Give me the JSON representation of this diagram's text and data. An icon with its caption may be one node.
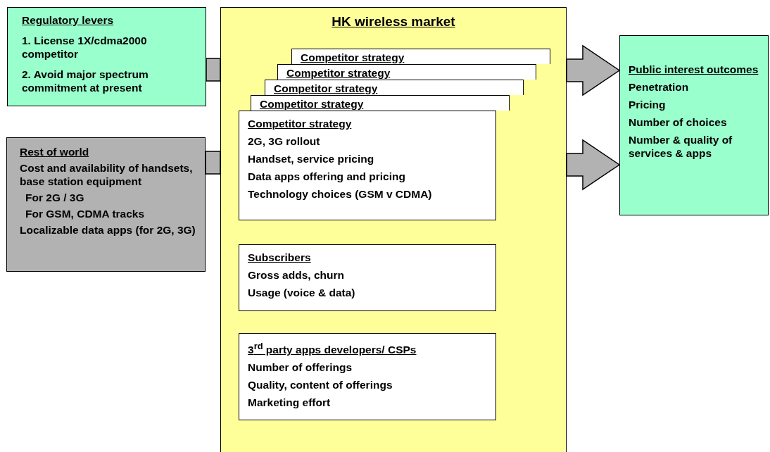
{
  "diagram": {
    "nodes": [
      {
        "text": [
          "Regulatory levers",
          "1. License 1X/cdma2000 competitor",
          "2. Avoid major spectrum commitment at present"
        ]
      },
      {
        "text": [
          "Rest of world",
          "Cost and availability of handsets, base station equipment",
          "For 2G / 3G",
          "For GSM, CDMA tracks",
          "Localizable data apps (for 2G, 3G)"
        ]
      },
      {
        "text": [
          "HK wireless market"
        ]
      },
      {
        "text": [
          "Competitor strategy"
        ],
        "in": 2
      },
      {
        "text": [
          "Competitor strategy"
        ],
        "in": 2
      },
      {
        "text": [
          "Competitor strategy"
        ],
        "in": 2
      },
      {
        "text": [
          "Competitor strategy"
        ],
        "in": 2
      },
      {
        "text": [
          "Competitor strategy",
          "2G, 3G rollout",
          "Handset, service pricing",
          "Data apps offering and pricing",
          "Technology choices (GSM v CDMA)"
        ],
        "in": 2
      },
      {
        "text": [
          "Subscribers",
          "Gross adds, churn",
          "Usage (voice & data)"
        ],
        "in": 2
      },
      {
        "text": [
          "3$^{rd}$ party apps developers/ CSPs",
          "Number of offerings",
          "Quality, content of offerings",
          "Marketing effort"
        ],
        "in": 2
      },
      {
        "text": [
          "Public interest outcomes",
          "Penetration",
          "Pricing",
          "Number of choices",
          "Number & quality of services & apps"
        ]
      }
    ],
    "edges": [
      {
        "from": 0,
        "to": 2,
        "arrow": "none",
        "style": "thick"
      },
      {
        "from": 1,
        "to": 2,
        "arrow": "none",
        "style": "thick"
      },
      {
        "from": 2,
        "to": 10,
        "arrow": "to",
        "style": "thick"
      },
      {
        "from": 2,
        "to": 10,
        "arrow": "to",
        "style": "thick"
      }
    ]
  }
}
